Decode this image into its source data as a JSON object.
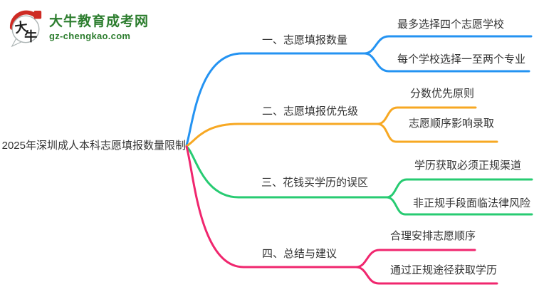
{
  "site": {
    "logo_chars": "大牛",
    "name": "大牛教育成考网",
    "domain": "gz-chengkao.com",
    "brand_green": "#2C7D2E",
    "brand_red": "#CE2B24"
  },
  "mindmap": {
    "root": "2025年深圳成人本科志愿填报数量限制",
    "text_color": "#333333",
    "branches": [
      {
        "label": "一、志愿填报数量",
        "color": "#2493F2",
        "children": [
          "最多选择四个志愿学校",
          "每个学校选择一至两个专业"
        ]
      },
      {
        "label": "二、志愿填报优先级",
        "color": "#F7A823",
        "children": [
          "分数优先原则",
          "志愿顺序影响录取"
        ]
      },
      {
        "label": "三、花钱买学历的误区",
        "color": "#27CB72",
        "children": [
          "学历获取必须正规渠道",
          "非正规手段面临法律风险"
        ]
      },
      {
        "label": "四、总结与建议",
        "color": "#F0266E",
        "children": [
          "合理安排志愿顺序",
          "通过正规途径获取学历"
        ]
      }
    ]
  }
}
